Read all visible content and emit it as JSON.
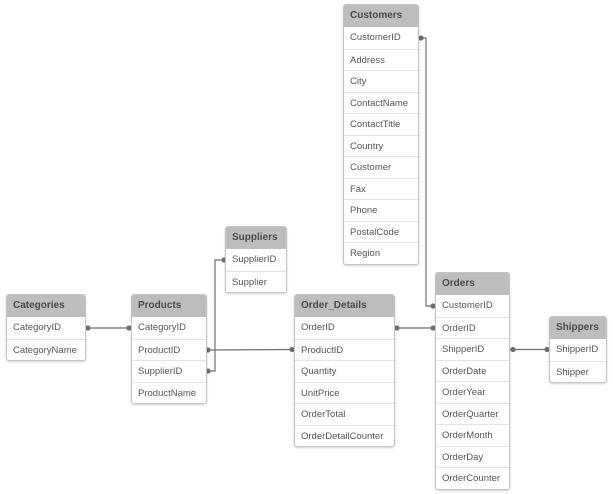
{
  "colors": {
    "header_bg": "#bdbdbd",
    "header_text": "#4a4a4a",
    "field_text": "#555555",
    "border": "#c4c4c4",
    "link": "#6f6f6f"
  },
  "tables": {
    "customers": {
      "title": "Customers",
      "fields": [
        "CustomerID",
        "Address",
        "City",
        "ContactName",
        "ContactTitle",
        "Country",
        "Customer",
        "Fax",
        "Phone",
        "PostalCode",
        "Region"
      ]
    },
    "suppliers": {
      "title": "Suppliers",
      "fields": [
        "SupplierID",
        "Supplier"
      ]
    },
    "categories": {
      "title": "Categories",
      "fields": [
        "CategoryID",
        "CategoryName"
      ]
    },
    "products": {
      "title": "Products",
      "fields": [
        "CategoryID",
        "ProductID",
        "SupplierID",
        "ProductName"
      ]
    },
    "order_details": {
      "title": "Order_Details",
      "fields": [
        "OrderID",
        "ProductID",
        "Quantity",
        "UnitPrice",
        "OrderTotal",
        "OrderDetailCounter"
      ]
    },
    "orders": {
      "title": "Orders",
      "fields": [
        "CustomerID",
        "OrderID",
        "ShipperID",
        "OrderDate",
        "OrderYear",
        "OrderQuarter",
        "OrderMonth",
        "OrderDay",
        "OrderCounter"
      ]
    },
    "shippers": {
      "title": "Shippers",
      "fields": [
        "ShipperID",
        "Shipper"
      ]
    }
  },
  "links": [
    {
      "from": "categories.CategoryID",
      "to": "products.CategoryID"
    },
    {
      "from": "products.ProductID",
      "to": "order_details.ProductID"
    },
    {
      "from": "products.SupplierID",
      "to": "suppliers.SupplierID"
    },
    {
      "from": "order_details.OrderID",
      "to": "orders.OrderID"
    },
    {
      "from": "customers.CustomerID",
      "to": "orders.CustomerID"
    },
    {
      "from": "orders.ShipperID",
      "to": "shippers.ShipperID"
    }
  ]
}
